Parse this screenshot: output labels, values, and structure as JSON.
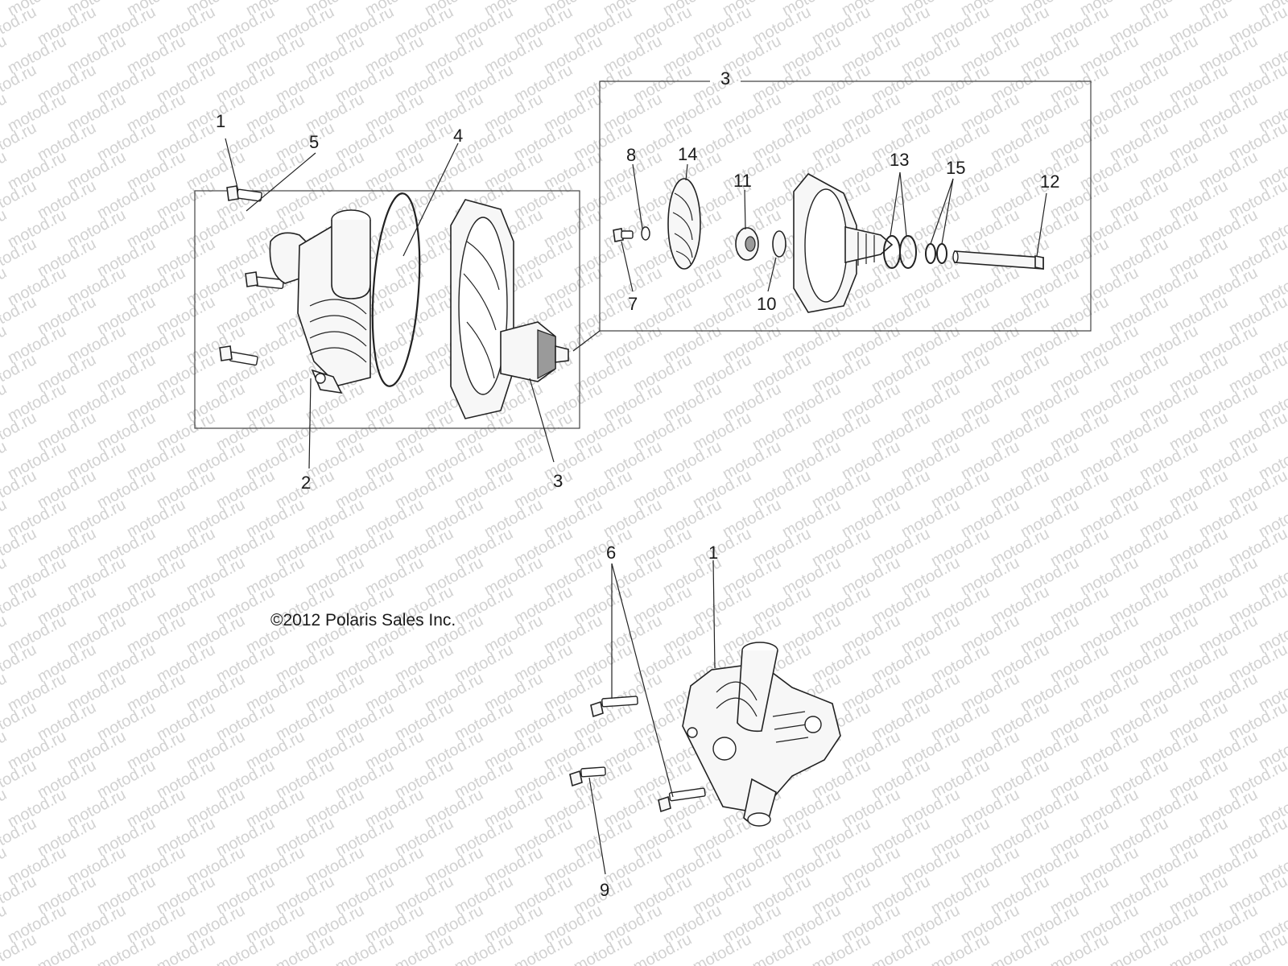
{
  "watermark_text": "motod.ru",
  "copyright": "©2012 Polaris Sales Inc.",
  "callouts": {
    "c1_top": "1",
    "c5": "5",
    "c4": "4",
    "c3_top": "3",
    "c2": "2",
    "c3_bottom": "3",
    "c8": "8",
    "c14": "14",
    "c11": "11",
    "c13": "13",
    "c15": "15",
    "c12": "12",
    "c7": "7",
    "c10": "10",
    "c6": "6",
    "c1_bottom": "1",
    "c9": "9"
  }
}
